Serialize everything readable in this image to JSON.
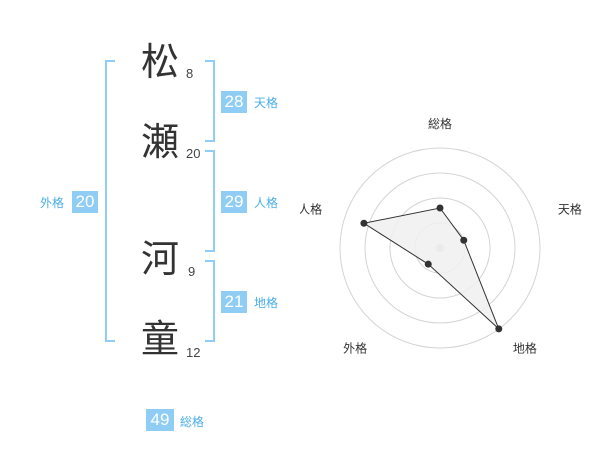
{
  "name": {
    "chars": [
      {
        "kanji": "松",
        "strokes": "8"
      },
      {
        "kanji": "瀬",
        "strokes": "20"
      },
      {
        "kanji": "河",
        "strokes": "9"
      },
      {
        "kanji": "童",
        "strokes": "12"
      }
    ]
  },
  "scores": {
    "tenkaku": {
      "label": "天格",
      "value": "28"
    },
    "jinkaku": {
      "label": "人格",
      "value": "29"
    },
    "chikaku": {
      "label": "地格",
      "value": "21"
    },
    "gaikaku": {
      "label": "外格",
      "value": "20"
    },
    "soukaku": {
      "label": "総格",
      "value": "49"
    }
  },
  "chart_data": {
    "type": "radar",
    "axes": [
      "総格",
      "天格",
      "地格",
      "外格",
      "人格"
    ],
    "values": [
      0.4,
      0.25,
      1.0,
      0.2,
      0.8
    ],
    "range": [
      0,
      1
    ],
    "rings": 4,
    "colors": {
      "fill": "#f0f0f0",
      "line": "#333333",
      "grid": "#d4d4d4"
    }
  }
}
